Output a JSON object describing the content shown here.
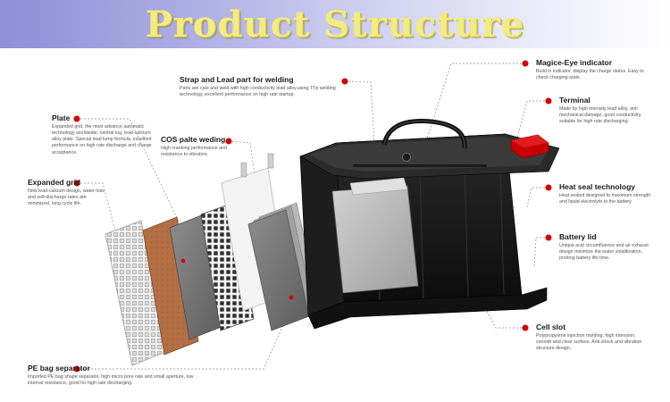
{
  "page": {
    "title": "Product Structure"
  },
  "colors": {
    "accent": "#d40000",
    "banner_start": "#8e8fd6",
    "banner_end": "#ffffff",
    "title_text": "#f4ec7e"
  },
  "callouts": {
    "strap": {
      "title": "Strap and Lead part for welding",
      "desc": "Parts are cast and weld with high conductivity lead alloy,using TTp welding technology, excellent performance on high rate startup."
    },
    "cos": {
      "title": "COS palte weding",
      "desc": "High cranking performance and resistance to vibration."
    },
    "plate": {
      "title": "Plate",
      "desc": "Expanded grid, the most advance automatic technology worldwide, central lug, lead-calcium alloy plate. Special lead lump formula, excellent performance on high rate discharge and charge acceptance."
    },
    "expanded_grid": {
      "title": "Expanded grid",
      "desc": "New lead-calcium design, water-loss and self-discharge rates are minimized, long cycle life."
    },
    "pe_bag": {
      "title": "PE bag separator",
      "desc": "Imported PE bag shape separator, high micro pore rate and small aperture, low internal resistance, good for high rate discharging."
    },
    "magic_eye": {
      "title": "Magice-Eye indicator",
      "desc": "Build in indicator, display the charge status. Easy to check charging-state."
    },
    "terminal": {
      "title": "Terminal",
      "desc": "Made by high intensity lead alloy, anti mechanical damage, good conductivity, suitable for high rate discharging."
    },
    "heat_seal": {
      "title": "Heat seal technology",
      "desc": "Heat sealed designed to maximum strength and liquid electrolyte to the battery."
    },
    "battery_lid": {
      "title": "Battery lid",
      "desc": "Unique acid circumfluence and air exhaust design minimize the water volatilization, prolong battery life time."
    },
    "cell_slot": {
      "title": "Cell slot",
      "desc": "Polypropylene injection molding, high intension, smooth and clear surface. Anti shock and vibration structure design."
    }
  }
}
